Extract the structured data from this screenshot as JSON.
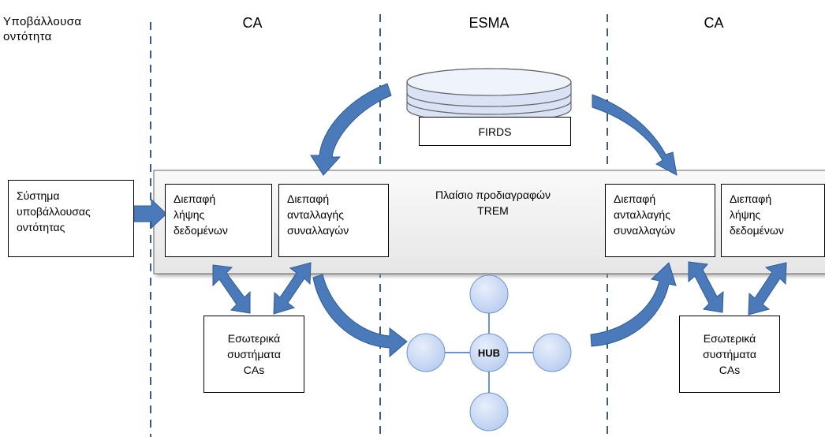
{
  "columns": {
    "submitting_entity": "Υποβάλλουσα\nοντότητα",
    "ca_left": "CA",
    "esma": "ESMA",
    "ca_right": "CA"
  },
  "firds": "FIRDS",
  "trem_framework": "Πλαίσιο προδιαγραφών\nTREM",
  "submitting_system": "Σύστημα\nυποβάλλουσας\nοντότητας",
  "left_interfaces": {
    "data_reception": "Διεπαφή\nλήψης\nδεδομένων",
    "transaction_exchange": "Διεπαφή\nανταλλαγής\nσυναλλαγών"
  },
  "right_interfaces": {
    "transaction_exchange": "Διεπαφή\nανταλλαγής\nσυναλλαγών",
    "data_reception": "Διεπαφή\nλήψης\nδεδομένων"
  },
  "internal_systems_left": "Εσωτερικά\nσυστήματα\nCAs",
  "internal_systems_right": "Εσωτερικά\nσυστήματα\nCAs",
  "hub": "HUB",
  "colors": {
    "arrow_fill": "#4a7ab9",
    "arrow_stroke": "#2f5b92",
    "dashed_line": "#3a5a8c",
    "band_fill": "#f1f1f1",
    "node_fill": "#c9daf6",
    "node_stroke": "#6f93cc"
  }
}
